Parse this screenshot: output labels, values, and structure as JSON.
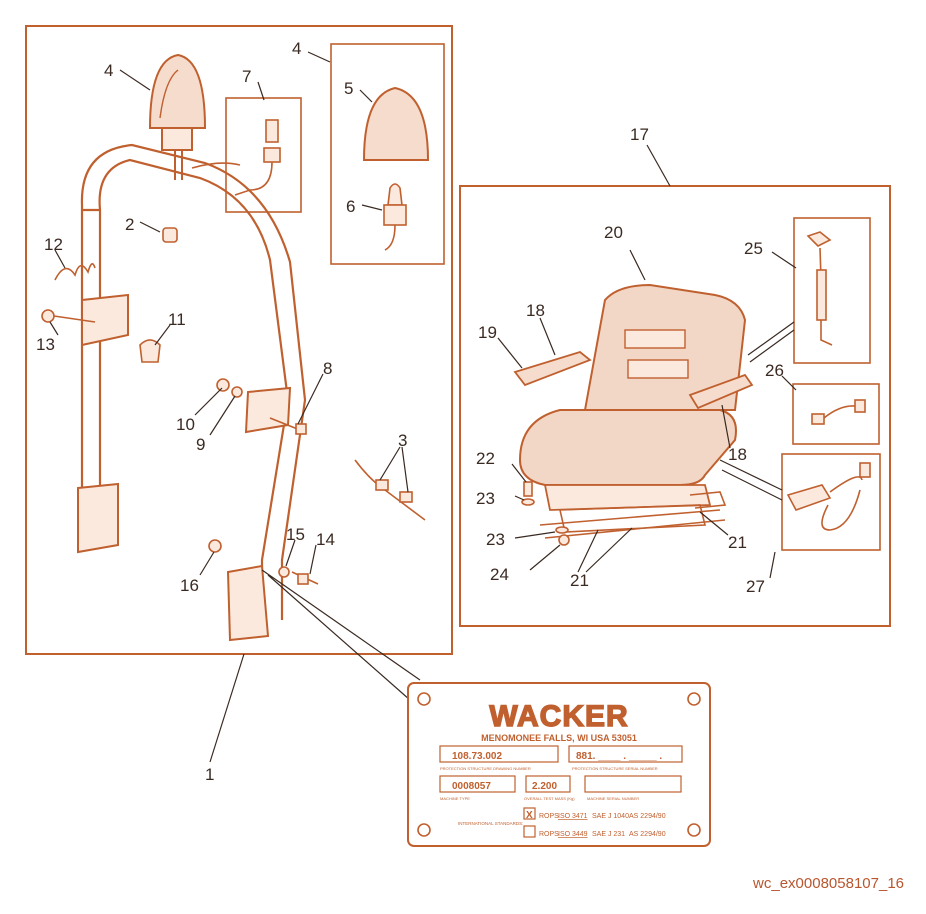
{
  "callouts": {
    "c1": "1",
    "c2": "2",
    "c3": "3",
    "c4a": "4",
    "c4b": "4",
    "c5": "5",
    "c6": "6",
    "c7": "7",
    "c8": "8",
    "c9": "9",
    "c10": "10",
    "c11": "11",
    "c12": "12",
    "c13": "13",
    "c14": "14",
    "c15": "15",
    "c16": "16",
    "c17": "17",
    "c18a": "18",
    "c18b": "18",
    "c19": "19",
    "c20": "20",
    "c21a": "21",
    "c21b": "21",
    "c22": "22",
    "c23a": "23",
    "c23b": "23",
    "c24": "24",
    "c25": "25",
    "c26": "26",
    "c27": "27"
  },
  "plate": {
    "brand": "WACKER",
    "address": "MENOMONEE FALLS, WI USA 53051",
    "field1_value": "108.73.002",
    "field1_caption": "PROTECTION STRUCTURE DRAWING NUMBER",
    "field2_value": "881. ____ . _____ .",
    "field2_caption": "PROTECTION STRUCTURE SERIAL NUMBER",
    "field3_value": "0008057",
    "field3_caption": "MACHINE TYPE",
    "field4_value": "2.200",
    "field4_caption": "OVERALL TEST MASS (Kg)",
    "field5_caption": "MACHINE SERIAL NUMBER",
    "standards_label": "INTERNATIONAL STANDARDS:",
    "row1_check": "X",
    "row1": {
      "rops": "ROPS",
      "iso": "ISO 3471",
      "sae": "SAE J 1040",
      "as": "AS 2294/90"
    },
    "row2": {
      "rops": "ROPS",
      "iso": "ISO 3449",
      "sae": "SAE J 231",
      "as": "AS 2294/90"
    }
  },
  "footer_code": "wc_ex0008058107_16",
  "colors": {
    "line": "#c0602f",
    "text": "#3a2a22",
    "fill": "#f3d7c6"
  }
}
